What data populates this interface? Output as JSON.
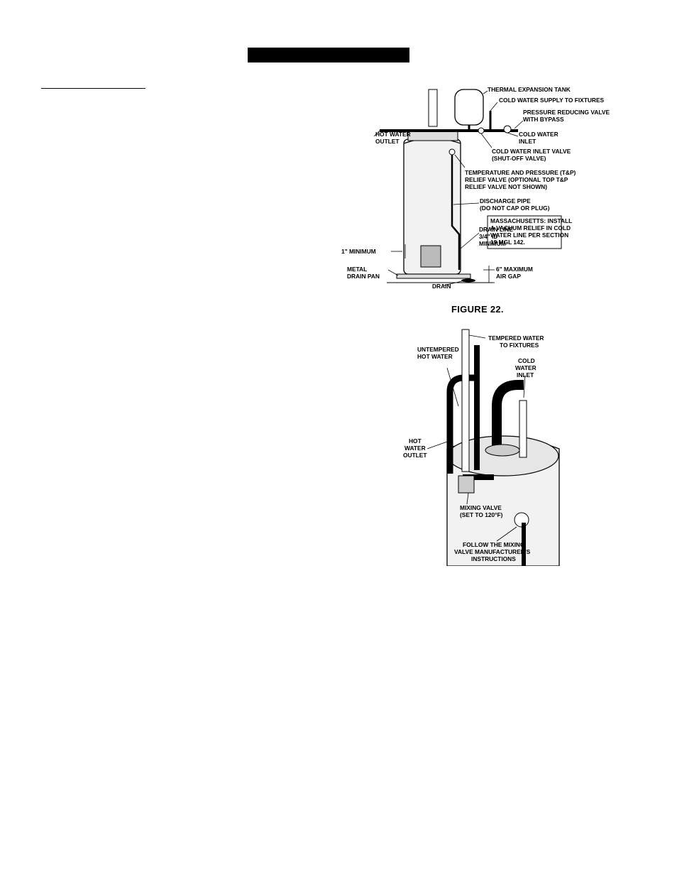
{
  "figure22": {
    "caption": "FIGURE 22.",
    "labels": {
      "expansion_tank": "THERMAL EXPANSION TANK",
      "cold_supply": "COLD WATER SUPPLY TO FIXTURES",
      "prv_1": "PRESSURE REDUCING VALVE",
      "prv_2": "WITH BYPASS",
      "hot_outlet_1": "HOT WATER",
      "hot_outlet_2": "OUTLET",
      "cold_inlet_1": "COLD WATER",
      "cold_inlet_2": "INLET",
      "inlet_valve_1": "COLD WATER INLET VALVE",
      "inlet_valve_2": "(SHUT-OFF VALVE)",
      "tp_1": "TEMPERATURE AND PRESSURE (T&P)",
      "tp_2": "RELIEF VALVE (OPTIONAL TOP T&P",
      "tp_3": "RELIEF VALVE NOT SHOWN)",
      "discharge_1": "DISCHARGE PIPE",
      "discharge_2": "(DO NOT CAP OR PLUG)",
      "mass_1": "MASSACHUSETTS: INSTALL",
      "mass_2": "A VACUUM RELIEF IN COLD",
      "mass_3": "WATER LINE PER SECTION",
      "mass_4": "19 MGL 142.",
      "drain_line_1": "DRAIN LINE",
      "drain_line_2": "3/4\" ID",
      "drain_line_3": "MINIMUM",
      "one_inch_min": "1\" MINIMUM",
      "drain_pan_1": "METAL",
      "drain_pan_2": "DRAIN PAN",
      "air_gap_1": "6\" MAXIMUM",
      "air_gap_2": "AIR GAP",
      "drain": "DRAIN"
    }
  },
  "figure23": {
    "labels": {
      "tempered_1": "TEMPERED WATER",
      "tempered_2": "TO FIXTURES",
      "untempered_1": "UNTEMPERED",
      "untempered_2": "HOT WATER",
      "cold_1": "COLD",
      "cold_2": "WATER",
      "cold_3": "INLET",
      "hot_1": "HOT",
      "hot_2": "WATER",
      "hot_3": "OUTLET",
      "mixing_1": "MIXING  VALVE",
      "mixing_2": "(SET TO 120°F)",
      "follow_1": "FOLLOW THE MIXING",
      "follow_2": "VALVE MANUFACTURER'S",
      "follow_3": "INSTRUCTIONS"
    }
  }
}
